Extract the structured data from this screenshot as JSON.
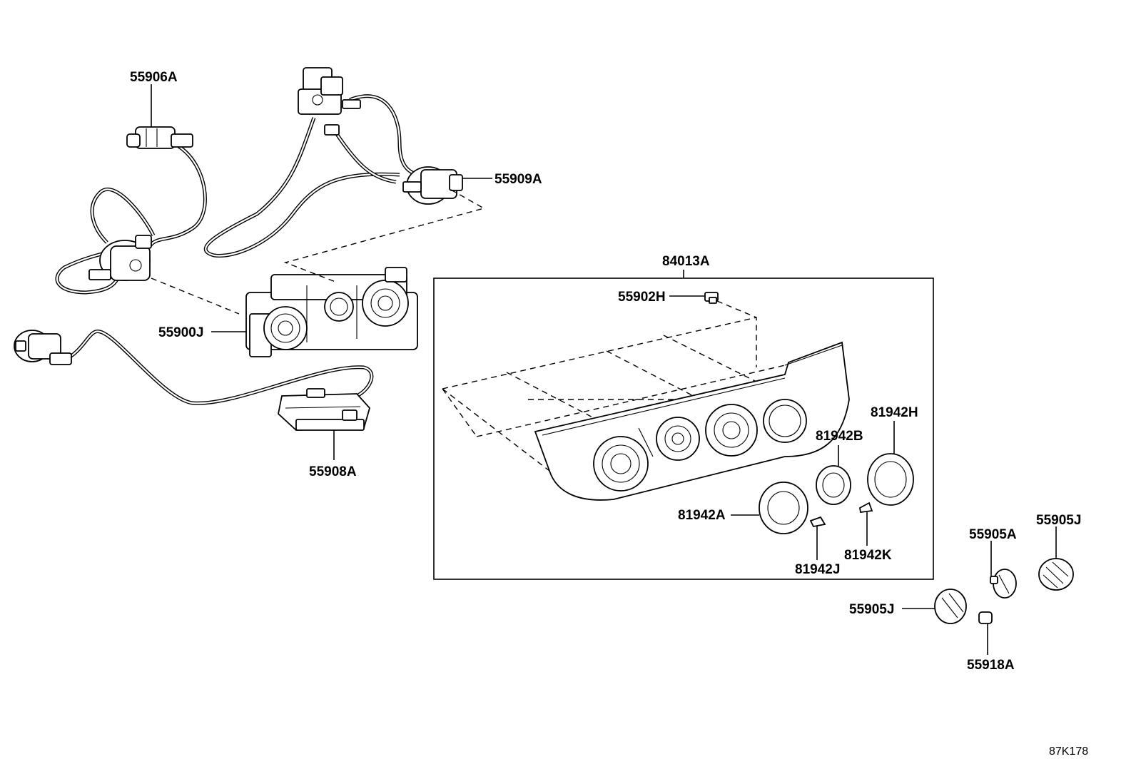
{
  "labels": {
    "p55906A": "55906A",
    "p55909A": "55909A",
    "p55900J": "55900J",
    "p55908A": "55908A",
    "p84013A": "84013A",
    "p55902H": "55902H",
    "p81942H": "81942H",
    "p81942B": "81942B",
    "p81942A": "81942A",
    "p81942J": "81942J",
    "p81942K": "81942K",
    "p55905A": "55905A",
    "p55905J_right": "55905J",
    "p55905J_left": "55905J",
    "p55918A": "55918A"
  },
  "figure_code": "87K178"
}
